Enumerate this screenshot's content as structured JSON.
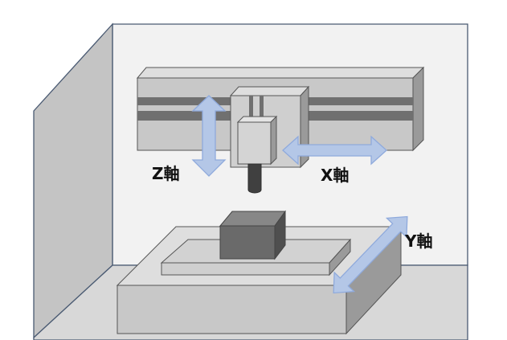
{
  "labels": {
    "z_axis": "Z軸",
    "x_axis": "X軸",
    "y_axis": "Y軸"
  },
  "colors": {
    "enclosure_back": "#f2f2f2",
    "enclosure_side": "#c4c4c4",
    "enclosure_floor": "#d8d8d8",
    "edge": "#4a5a72",
    "body_front": "#c8c8c8",
    "body_top": "#dedede",
    "body_side": "#9a9a9a",
    "rail": "#707070",
    "workpiece": "#6a6a6a",
    "arrow_fill": "#b4c7e7",
    "arrow_stroke": "#8faadc",
    "tool": "#404040"
  },
  "icons": {
    "arrows": [
      "double-arrow-icon"
    ]
  }
}
